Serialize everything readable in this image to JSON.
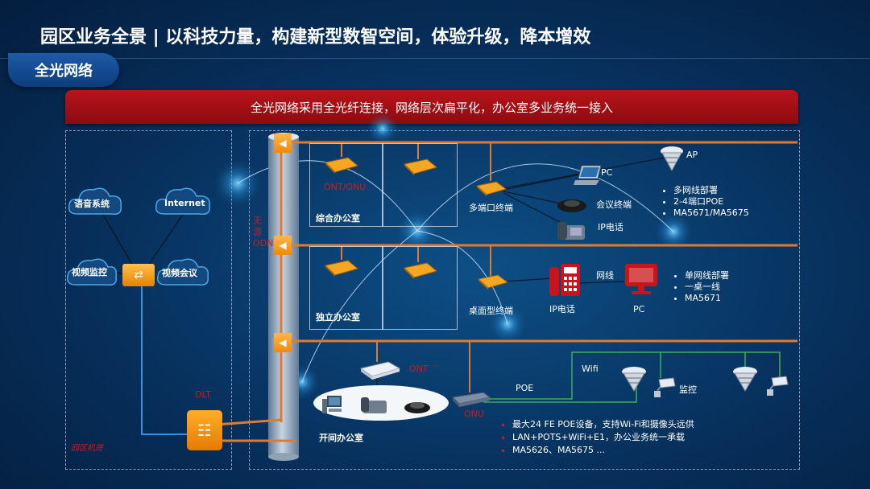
{
  "header": {
    "title": "园区业务全景 | 以科技力量，构建新型数智空间，体验升级，降本增效",
    "section": "全光网络"
  },
  "banner": {
    "text": "全光网络采用全光纤连接，网络层次扁平化，办公室多业务统一接入"
  },
  "left_panel": {
    "clouds": [
      "语音系统",
      "Internet",
      "视频监控",
      "视频会议"
    ],
    "olt_label": "OLT",
    "room_label": "园区机房"
  },
  "riser": {
    "label": "无源ODN"
  },
  "floor1": {
    "onu_label": "ONT/ONU",
    "room_label": "综合办公室",
    "terminal_label": "多端口终端",
    "devices": {
      "pc": "PC",
      "conf": "会议终端",
      "ipphone": "IP电话",
      "ap": "AP"
    },
    "bullets": [
      "多网线部署",
      "2-4端口POE",
      "MA5671/MA5675"
    ]
  },
  "floor2": {
    "room_label": "独立办公室",
    "terminal_label": "桌面型终端",
    "cable_label": "网线",
    "devices": {
      "ipphone": "IP电话",
      "pc": "PC"
    },
    "bullets": [
      "单网线部署",
      "一桌一线",
      "MA5671"
    ]
  },
  "floor3": {
    "ont_label": "ONT",
    "room_label": "开间办公室",
    "onu_label": "ONU",
    "poe_label": "POE",
    "wifi_label": "Wifi",
    "camera_label": "监控",
    "bullets": [
      "最大24 FE POE设备，支持Wi-Fi和摄像头远供",
      "LAN+POTS+WiFi+E1，办公业务统一承载",
      "MA5626、MA5675 ..."
    ]
  },
  "colors": {
    "accent_red": "#b8141a",
    "fiber_orange": "#e07a30",
    "line_green": "#3fae5a",
    "label_red": "#d01a1a",
    "pill_blue": "#1d5aa8"
  }
}
